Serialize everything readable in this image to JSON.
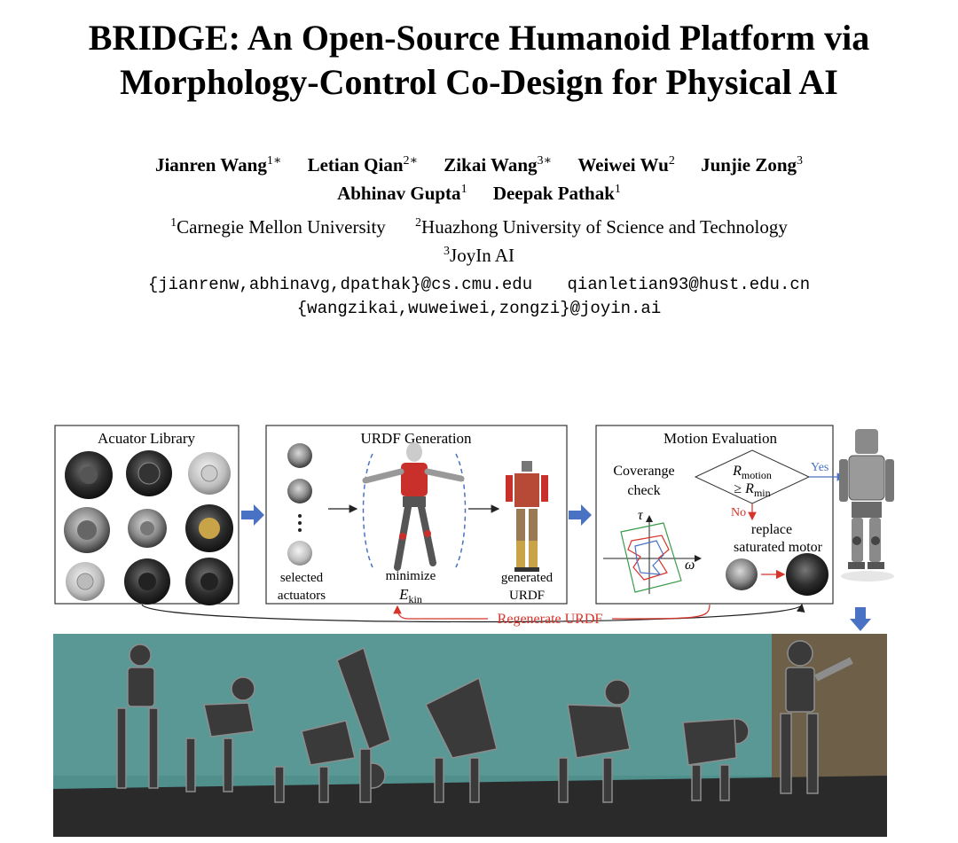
{
  "title": {
    "line1": "BRIDGE: An Open-Source Humanoid Platform via",
    "line2": "Morphology-Control Co-Design for Physical AI"
  },
  "authors": {
    "row1": [
      {
        "name": "Jianren Wang",
        "sup": "1∗"
      },
      {
        "name": "Letian Qian",
        "sup": "2∗"
      },
      {
        "name": "Zikai Wang",
        "sup": "3∗"
      },
      {
        "name": "Weiwei Wu",
        "sup": "2"
      },
      {
        "name": "Junjie Zong",
        "sup": "3"
      }
    ],
    "row2": [
      {
        "name": "Abhinav Gupta",
        "sup": "1"
      },
      {
        "name": "Deepak Pathak",
        "sup": "1"
      }
    ]
  },
  "affiliations": {
    "row1": [
      {
        "sup": "1",
        "name": "Carnegie Mellon University"
      },
      {
        "sup": "2",
        "name": "Huazhong University of Science and Technology"
      }
    ],
    "row2": [
      {
        "sup": "3",
        "name": "JoyIn AI"
      }
    ]
  },
  "emails": {
    "row1": [
      "{jianrenw,abhinavg,dpathak}@cs.cmu.edu",
      "qianletian93@hust.edu.cn"
    ],
    "row2": [
      "{wangzikai,wuweiwei,zongzi}@joyin.ai"
    ]
  },
  "figure": {
    "panel1_title": "Acuator Library",
    "panel2_title": "URDF Generation",
    "panel3_title": "Motion Evaluation",
    "selected_line1": "selected",
    "selected_line2": "actuators",
    "minimize_line1": "minimize",
    "minimize_sym": "E",
    "minimize_sub": "kin",
    "generated_line1": "generated",
    "generated_line2": "URDF",
    "coverage_line1": "Coverange",
    "coverage_line2": "check",
    "tau": "τ",
    "omega": "ω",
    "decision_line1_sym": "R",
    "decision_line1_sub": "motion",
    "decision_line2_op": "≥",
    "decision_line2_sym": "R",
    "decision_line2_sub": "min",
    "yes_label": "Yes",
    "no_label": "No",
    "replace_line1": "replace",
    "replace_line2": "saturated motor",
    "regenerate_label": "Regenerate URDF",
    "colors": {
      "arrow_blue": "#4a72c4",
      "regen_red": "#d6332a",
      "robot_red": "#c9302c",
      "wall_teal": "#4f8f8c",
      "floor_dark": "#2a2a2a"
    }
  }
}
